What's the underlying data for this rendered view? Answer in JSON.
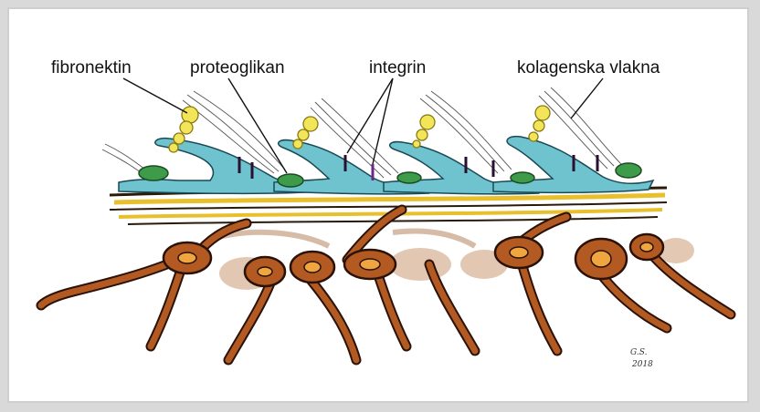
{
  "labels": {
    "fibronectin": "fibronektin",
    "proteoglycan": "proteoglikan",
    "integrin": "integrin",
    "collagen": "kolagenska vlakna"
  },
  "signature": {
    "initials": "G.S.",
    "year": "2018"
  },
  "colors": {
    "membrane": "#6fc3cf",
    "fibronectin": "#f2e55a",
    "proteoglycan": "#3e9b4a",
    "integrin": "#6b2a86",
    "basal_lamina": "#e8c02e",
    "cell_body": "#b35a22",
    "cell_nucleus": "#f0a640",
    "faded_cell": "#d9b59a"
  }
}
